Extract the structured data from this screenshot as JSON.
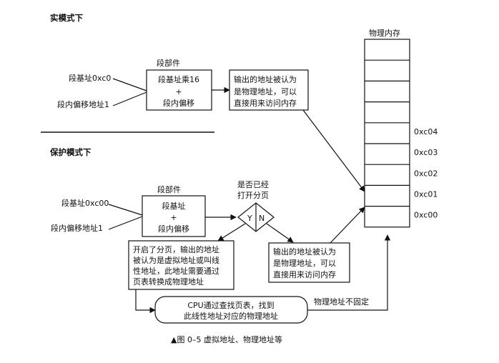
{
  "real_mode": {
    "heading": "实模式下",
    "segment_unit_title": "段部件",
    "input_base": "段基址0xc0",
    "input_offset": "段内偏移地址1",
    "unit_lines": [
      "段基址乘16",
      "+",
      "段内偏移"
    ],
    "output_lines": [
      "输出的地址被认为",
      "是物理地址，可以",
      "直接用来访问内存"
    ]
  },
  "protected_mode": {
    "heading": "保护模式下",
    "segment_unit_title": "段部件",
    "input_base": "段基址0xc00",
    "input_offset": "段内偏移地址1",
    "unit_lines": [
      "段基址",
      "+",
      "段内偏移"
    ],
    "decision_question": [
      "是否已经",
      "打开分页"
    ],
    "decision_yes": "Y",
    "decision_no": "N",
    "paging_on_lines": [
      "开启了分页，输出的地址",
      "被认为是虚拟地址或叫线",
      "性地址，此地址需要通过",
      "页表转换成物理地址"
    ],
    "paging_off_lines": [
      "输出的地址被认为",
      "是物理地址，可以",
      "直接用来访问内存"
    ],
    "cpu_lookup_lines": [
      "CPU通过查找页表，找到",
      "此线性地址对应的物理地址"
    ],
    "not_fixed_label": "物理地址不固定"
  },
  "memory": {
    "title": "物理内存",
    "addresses": [
      "0xc04",
      "0xc03",
      "0xc02",
      "0xc01",
      "0xc00"
    ]
  },
  "caption": "▲图 0–5   虚拟地址、物理地址等"
}
